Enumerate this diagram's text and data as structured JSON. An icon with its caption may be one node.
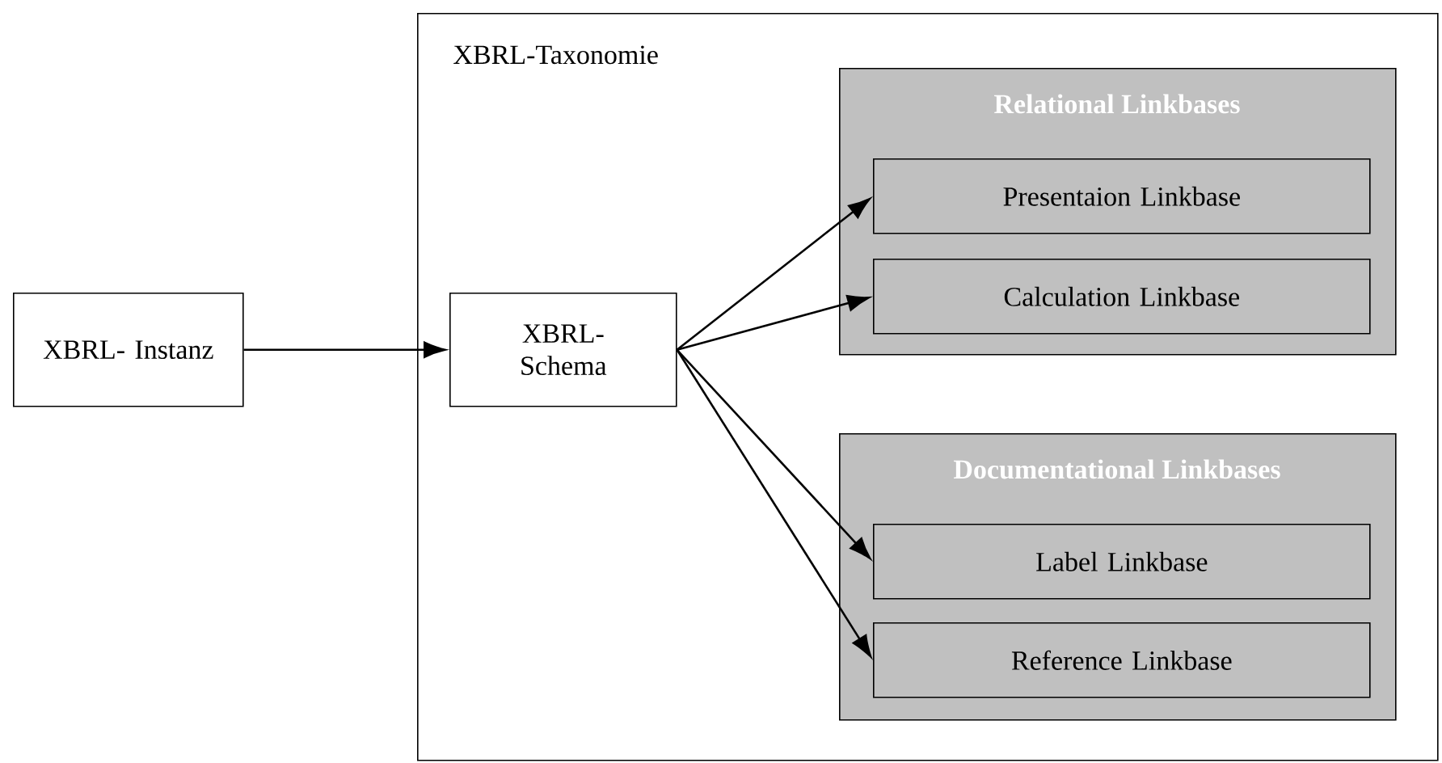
{
  "diagram": {
    "nodes": [
      {
        "text": [
          "XBRL-Taxonomie"
        ]
      },
      {
        "text": [
          "XBRL- Instanz"
        ]
      },
      {
        "text": [
          "XBRL- Schema"
        ],
        "in": 0
      },
      {
        "text": [
          "Relational Linkbases"
        ],
        "in": 0
      },
      {
        "text": [
          "Presentaion Linkbase"
        ],
        "in": 3
      },
      {
        "text": [
          "Calculation Linkbase"
        ],
        "in": 3
      },
      {
        "text": [
          "Documentational Linkbases"
        ],
        "in": 0
      },
      {
        "text": [
          "Label Linkbase"
        ],
        "in": 6
      },
      {
        "text": [
          "Reference Linkbase"
        ],
        "in": 6
      }
    ],
    "edges": [
      {
        "from": 1,
        "to": 2,
        "arrow": "to"
      },
      {
        "from": 2,
        "to": 4,
        "arrow": "to"
      },
      {
        "from": 2,
        "to": 5,
        "arrow": "to"
      },
      {
        "from": 2,
        "to": 7,
        "arrow": "to"
      },
      {
        "from": 2,
        "to": 8,
        "arrow": "to"
      }
    ]
  }
}
